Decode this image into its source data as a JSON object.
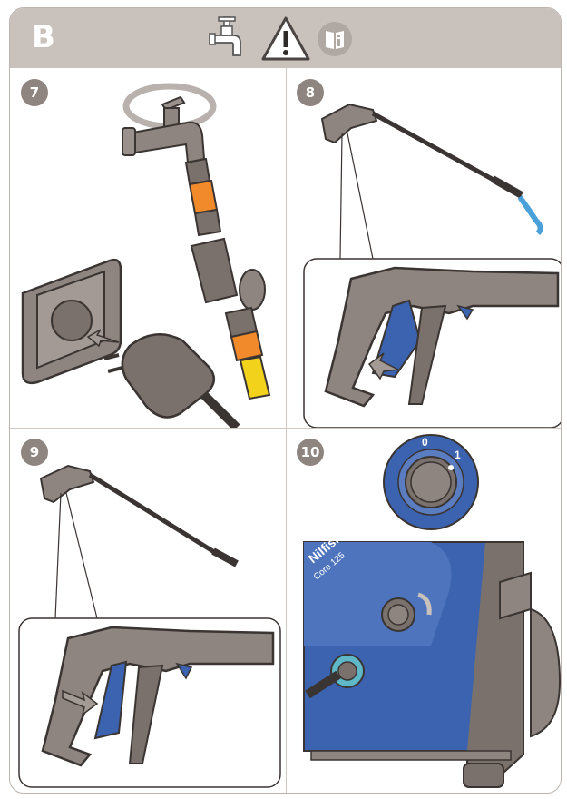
{
  "header": {
    "section_letter": "B",
    "icons": [
      "water-tap-icon",
      "warning-triangle-icon",
      "read-manual-icon"
    ]
  },
  "steps": [
    {
      "number": "7",
      "illustration": "connect-water-and-plug"
    },
    {
      "number": "8",
      "illustration": "unlock-trigger-spray"
    },
    {
      "number": "9",
      "illustration": "release-trigger"
    },
    {
      "number": "10",
      "illustration": "power-switch-on"
    }
  ],
  "switch": {
    "off_label": "0",
    "on_label": "1"
  },
  "machine": {
    "brand": "Nilfisk",
    "model": "Core 125"
  },
  "colors": {
    "header_bg": "#c9c1bc",
    "badge": "#8f8580",
    "accent_blue": "#3b63b0",
    "accent_orange": "#f08a2a",
    "hose_yellow": "#f2d21b",
    "grey": "#7a716d"
  }
}
